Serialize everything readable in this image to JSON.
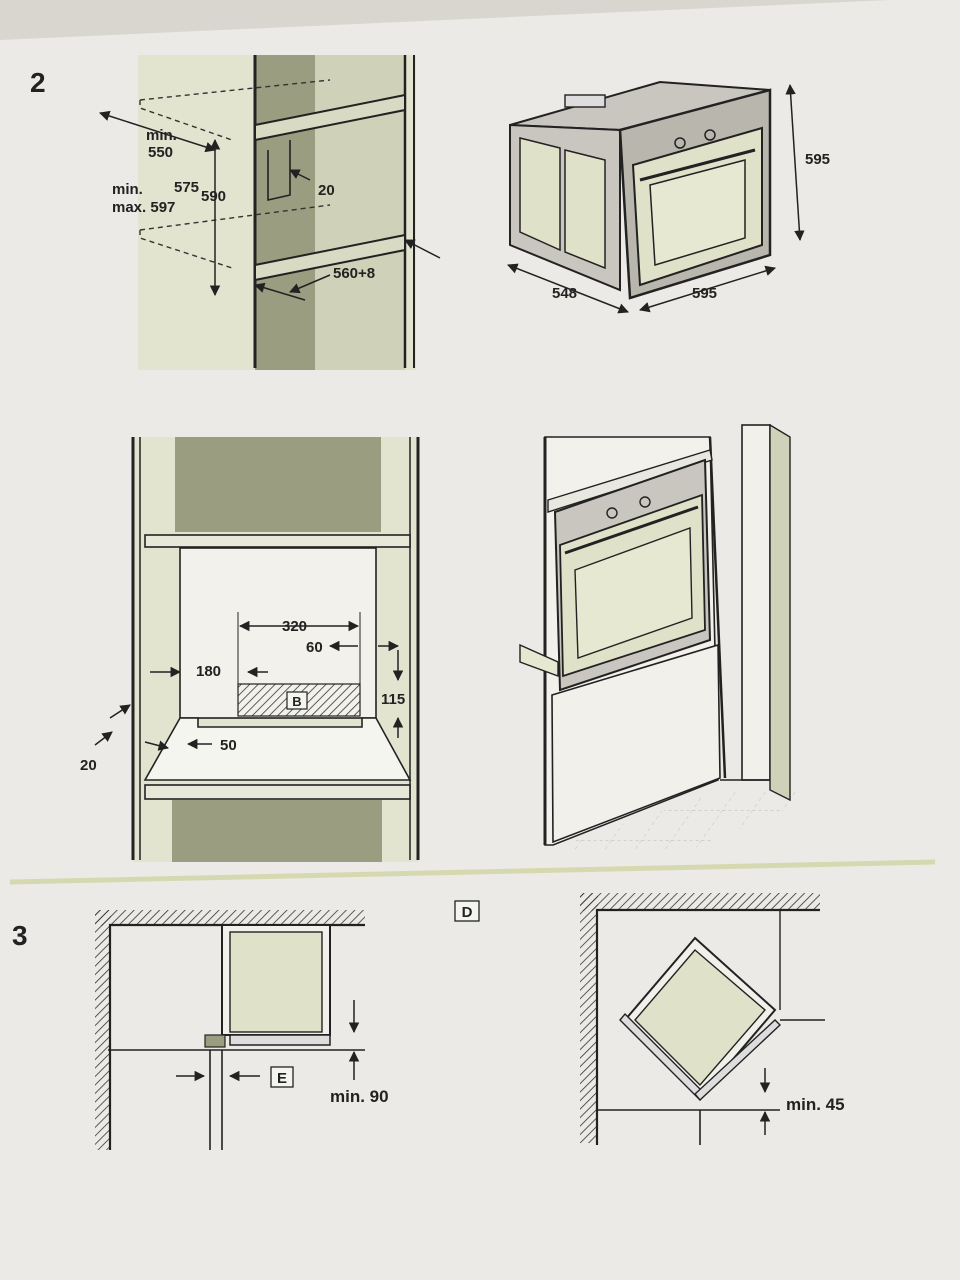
{
  "colors": {
    "paper": "#eceae6",
    "panel": "#e2e4d0",
    "wall": "#cfd2b8",
    "dark_wall": "#9b9d80",
    "line": "#222222",
    "cabinet_white": "#f2f1ec",
    "oven_frame": "#c9c6bf",
    "oven_door": "#dfe1c9"
  },
  "section_2": {
    "number": "2",
    "niche_side": {
      "depth_label_1": "min.",
      "depth_label_2": "550",
      "height_label_1": "min.",
      "height_label_2": "max. 597",
      "h575": "575",
      "h590": "590",
      "gap": "20",
      "width": "560+8"
    },
    "oven_dimensions": {
      "height": "595",
      "depth": "548",
      "width": "595"
    },
    "niche_front": {
      "vent_width": "320",
      "vent_right": "60",
      "vent_left": "180",
      "vent_height": "115",
      "vent_marker": "B",
      "front_depth": "20",
      "lip": "50"
    }
  },
  "section_3": {
    "number": "3",
    "left_gap": "min. 90",
    "marker_e": "E",
    "marker_d": "D",
    "right_gap": "min. 45"
  }
}
